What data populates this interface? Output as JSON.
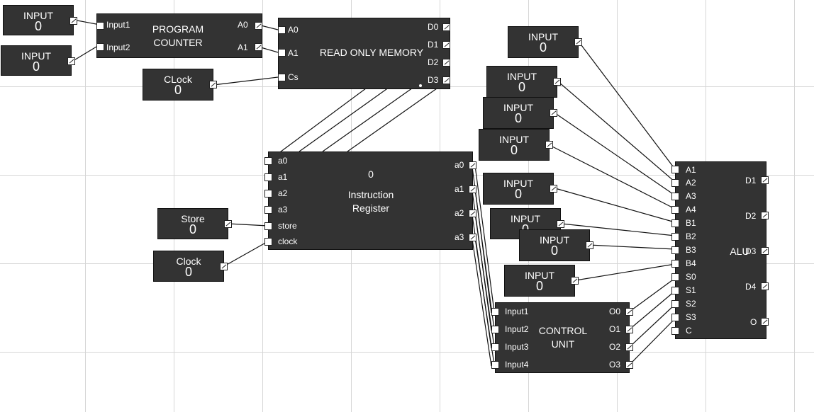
{
  "inputs": [
    {
      "title": "INPUT",
      "value": "0"
    },
    {
      "title": "INPUT",
      "value": "0"
    },
    {
      "title": "CLock",
      "value": "0"
    },
    {
      "title": "Store",
      "value": "0"
    },
    {
      "title": "Clock",
      "value": "0"
    },
    {
      "title": "INPUT",
      "value": "0"
    },
    {
      "title": "INPUT",
      "value": "0"
    },
    {
      "title": "INPUT",
      "value": "0"
    },
    {
      "title": "INPUT",
      "value": "0"
    },
    {
      "title": "INPUT",
      "value": "0"
    },
    {
      "title": "INPUT",
      "value": "0"
    },
    {
      "title": "INPUT",
      "value": "0"
    },
    {
      "title": "INPUT",
      "value": "0"
    }
  ],
  "pc": {
    "title_1": "PROGRAM",
    "title_2": "COUNTER",
    "pins": [
      "Input1",
      "Input2",
      "A0",
      "A1"
    ]
  },
  "rom": {
    "title": "READ ONLY MEMORY",
    "pins": [
      "A0",
      "A1",
      "Cs",
      "D0",
      "D1",
      "D2",
      "D3"
    ]
  },
  "ir": {
    "value": "0",
    "title_1": "Instruction",
    "title_2": "Register",
    "pins": [
      "a0",
      "a1",
      "a2",
      "a3",
      "store",
      "clock",
      "a0",
      "a1",
      "a2",
      "a3"
    ]
  },
  "cu": {
    "title_1": "CONTROL",
    "title_2": "UNIT",
    "pins": [
      "Input1",
      "Input2",
      "Input3",
      "Input4",
      "O0",
      "O1",
      "O2",
      "O3"
    ]
  },
  "alu": {
    "title": "ALU",
    "pins": [
      "A1",
      "A2",
      "A3",
      "A4",
      "B1",
      "B2",
      "B3",
      "B4",
      "S0",
      "S1",
      "S2",
      "S3",
      "C",
      "D1",
      "D2",
      "D3",
      "D4",
      "O"
    ]
  }
}
